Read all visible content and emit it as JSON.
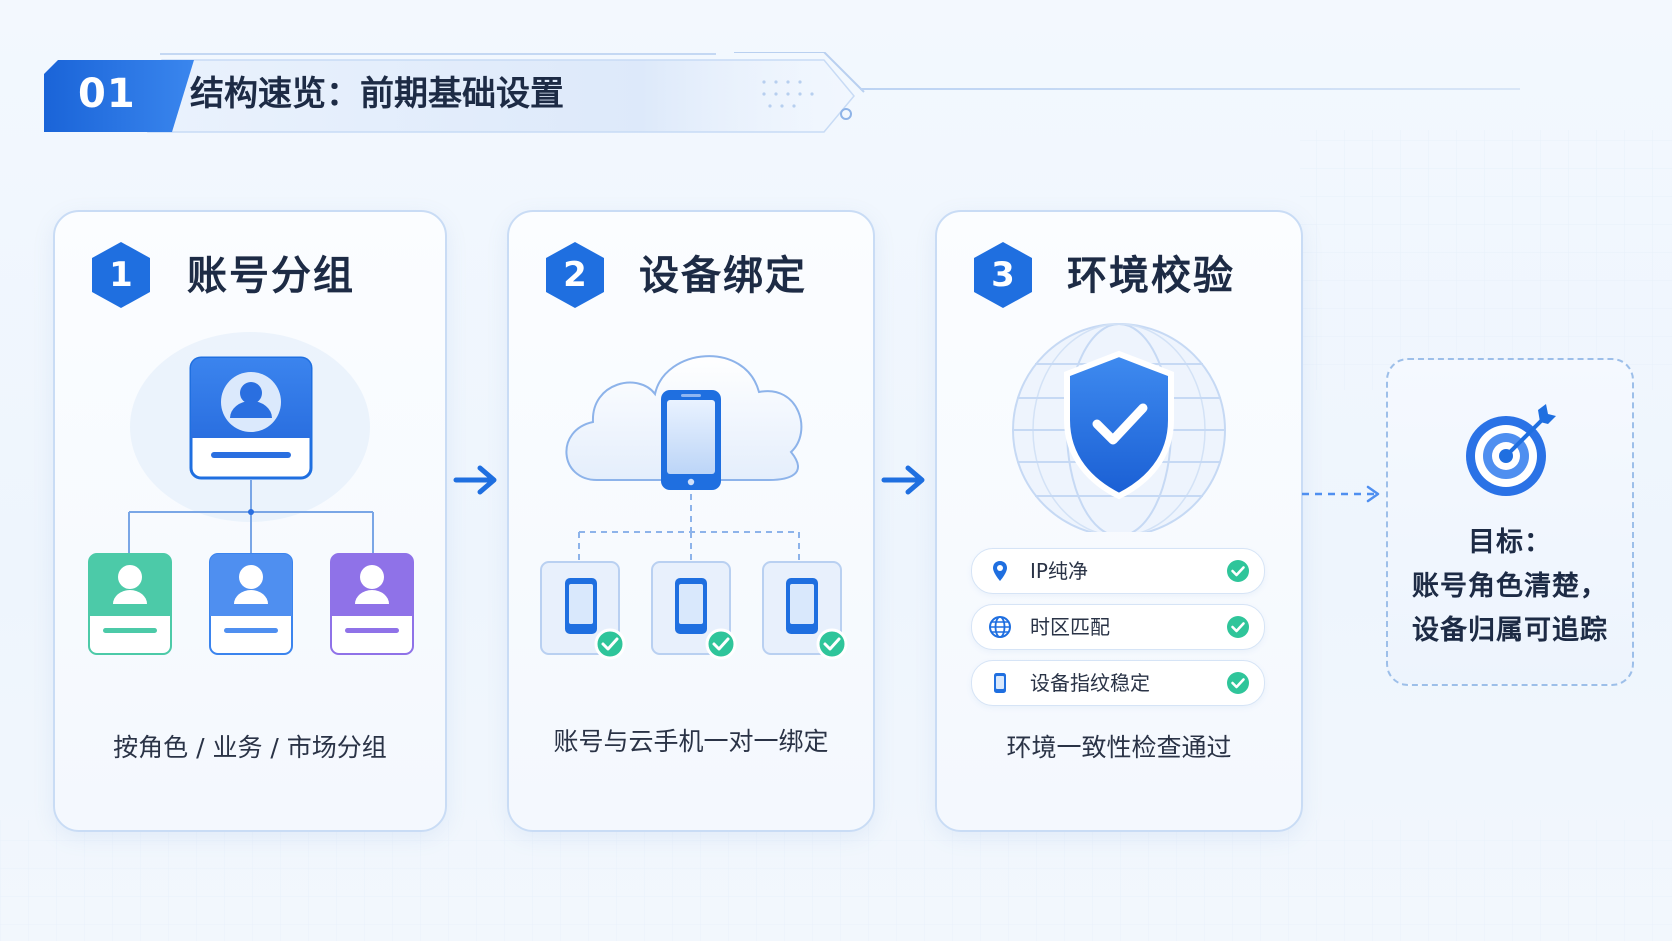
{
  "header": {
    "number": "01",
    "title": "结构速览：前期基础设置"
  },
  "steps": [
    {
      "number": "1",
      "title": "账号分组",
      "caption": "按角色 / 业务 / 市场分组",
      "icon": "org-chart-icon"
    },
    {
      "number": "2",
      "title": "设备绑定",
      "caption": "账号与云手机一对一绑定",
      "icon": "cloud-phone-icon"
    },
    {
      "number": "3",
      "title": "环境校验",
      "caption": "环境一致性检查通过",
      "icon": "globe-shield-icon",
      "checks": [
        {
          "label": "IP纯净",
          "icon": "location-pin-icon",
          "status": "ok"
        },
        {
          "label": "时区匹配",
          "icon": "globe-icon",
          "status": "ok"
        },
        {
          "label": "设备指纹稳定",
          "icon": "phone-icon",
          "status": "ok"
        }
      ]
    }
  ],
  "goal": {
    "lines": [
      "目标：",
      "账号角色清楚，",
      "设备归属可追踪"
    ],
    "icon": "target-icon"
  },
  "colors": {
    "primary": "#1f6fe0",
    "title_text": "#1d2b45",
    "check_green": "#2fc59a",
    "teal": "#4ccaa8",
    "purple": "#8f72e8"
  }
}
